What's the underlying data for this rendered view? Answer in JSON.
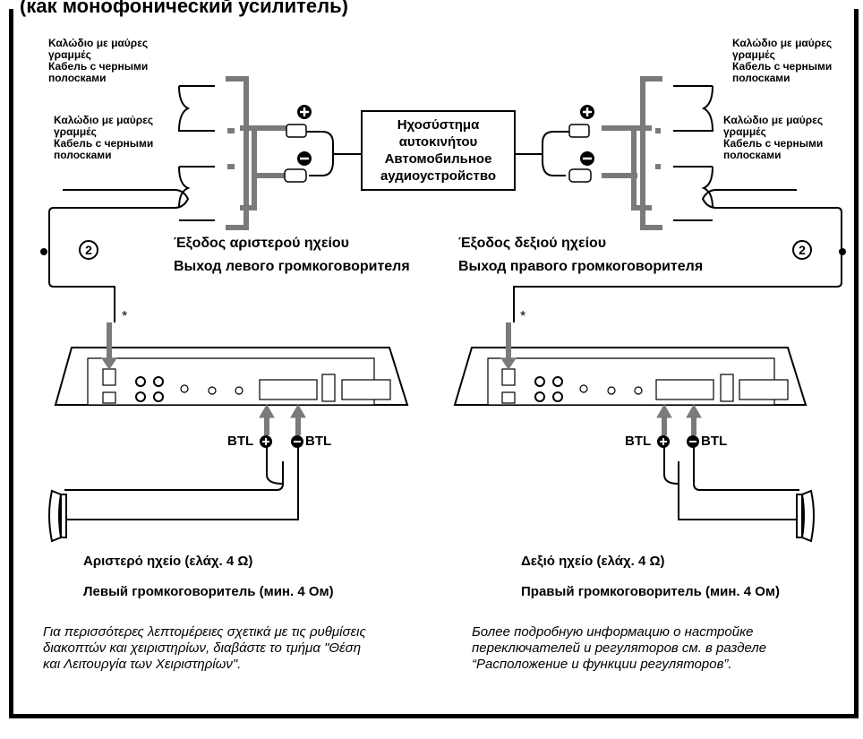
{
  "header": {
    "title": "(как монофонический усилитель)"
  },
  "left_side": {
    "wire_label_1": {
      "greek": "Καλώδιο με μαύρες γραμμές",
      "russian": "Кабель с черными полосками"
    },
    "wire_label_2": {
      "greek": "Καλώδιο με μαύρες γραμμές",
      "russian": "Кабель с черными полосками"
    },
    "output_greek": "Έξοδος αριστερού ηχείου",
    "output_russian": "Выход левого громкоговорителя",
    "speaker_greek": "Αριστερό ηχείο (ελάχ. 4 Ω)",
    "speaker_russian": "Левый громкоговоритель (мин. 4 Ом)",
    "note": "Για περισσότερες λεπτομέρειες σχετικά με τις ρυθμίσεις διακοπτών και χειριστηρίων, διαβάστε το τμήμα \"Θέση και Λειτουργία των Χειριστηρίων\"."
  },
  "right_side": {
    "wire_label_1": {
      "greek": "Καλώδιο με μαύρες γραμμές",
      "russian": "Кабель с черными полосками"
    },
    "wire_label_2": {
      "greek": "Καλώδιο με μαύρες γραμμές",
      "russian": "Кабель с черными полосками"
    },
    "output_greek": "Έξοδος δεξιού ηχείου",
    "output_russian": "Выход правого громкоговорителя",
    "speaker_greek": "Δεξιό ηχείο (ελάχ. 4 Ω)",
    "speaker_russian": "Правый громкоговоритель (мин. 4 Ом)",
    "note": "Более подробную информацию о настройке переключателей и регуляторов см. в разделе “Расположение и функции регуляторов”."
  },
  "center_box": {
    "line1": "Ηχοσύστημα",
    "line2": "αυτοκινήτου",
    "line3": "Автомобильное",
    "line4": "аудиоустройство"
  },
  "markers": {
    "circle_number": "2",
    "asterisk": "*",
    "btl_text": "BTL"
  },
  "colors": {
    "ink": "#000000",
    "gray_bracket": "#7a7a7a",
    "background": "#ffffff"
  }
}
